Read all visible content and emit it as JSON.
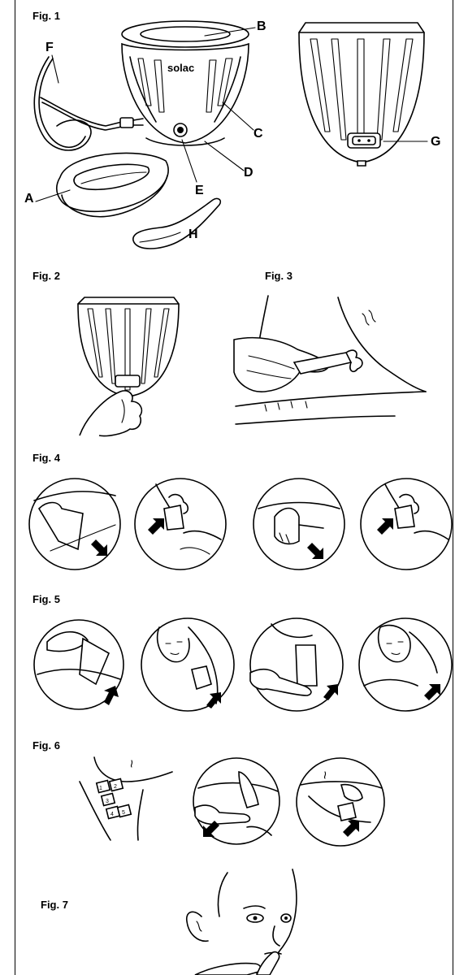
{
  "figures": {
    "fig1": {
      "label": "Fig. 1",
      "brand": "solac",
      "callouts": {
        "a": "A",
        "b": "B",
        "c": "C",
        "d": "D",
        "e": "E",
        "f": "F",
        "g": "G",
        "h": "H"
      }
    },
    "fig2": {
      "label": "Fig. 2"
    },
    "fig3": {
      "label": "Fig. 3"
    },
    "fig4": {
      "label": "Fig. 4"
    },
    "fig5": {
      "label": "Fig. 5"
    },
    "fig6": {
      "label": "Fig. 6",
      "zones": [
        "1",
        "2",
        "3",
        "4",
        "5"
      ]
    },
    "fig7": {
      "label": "Fig. 7"
    }
  }
}
